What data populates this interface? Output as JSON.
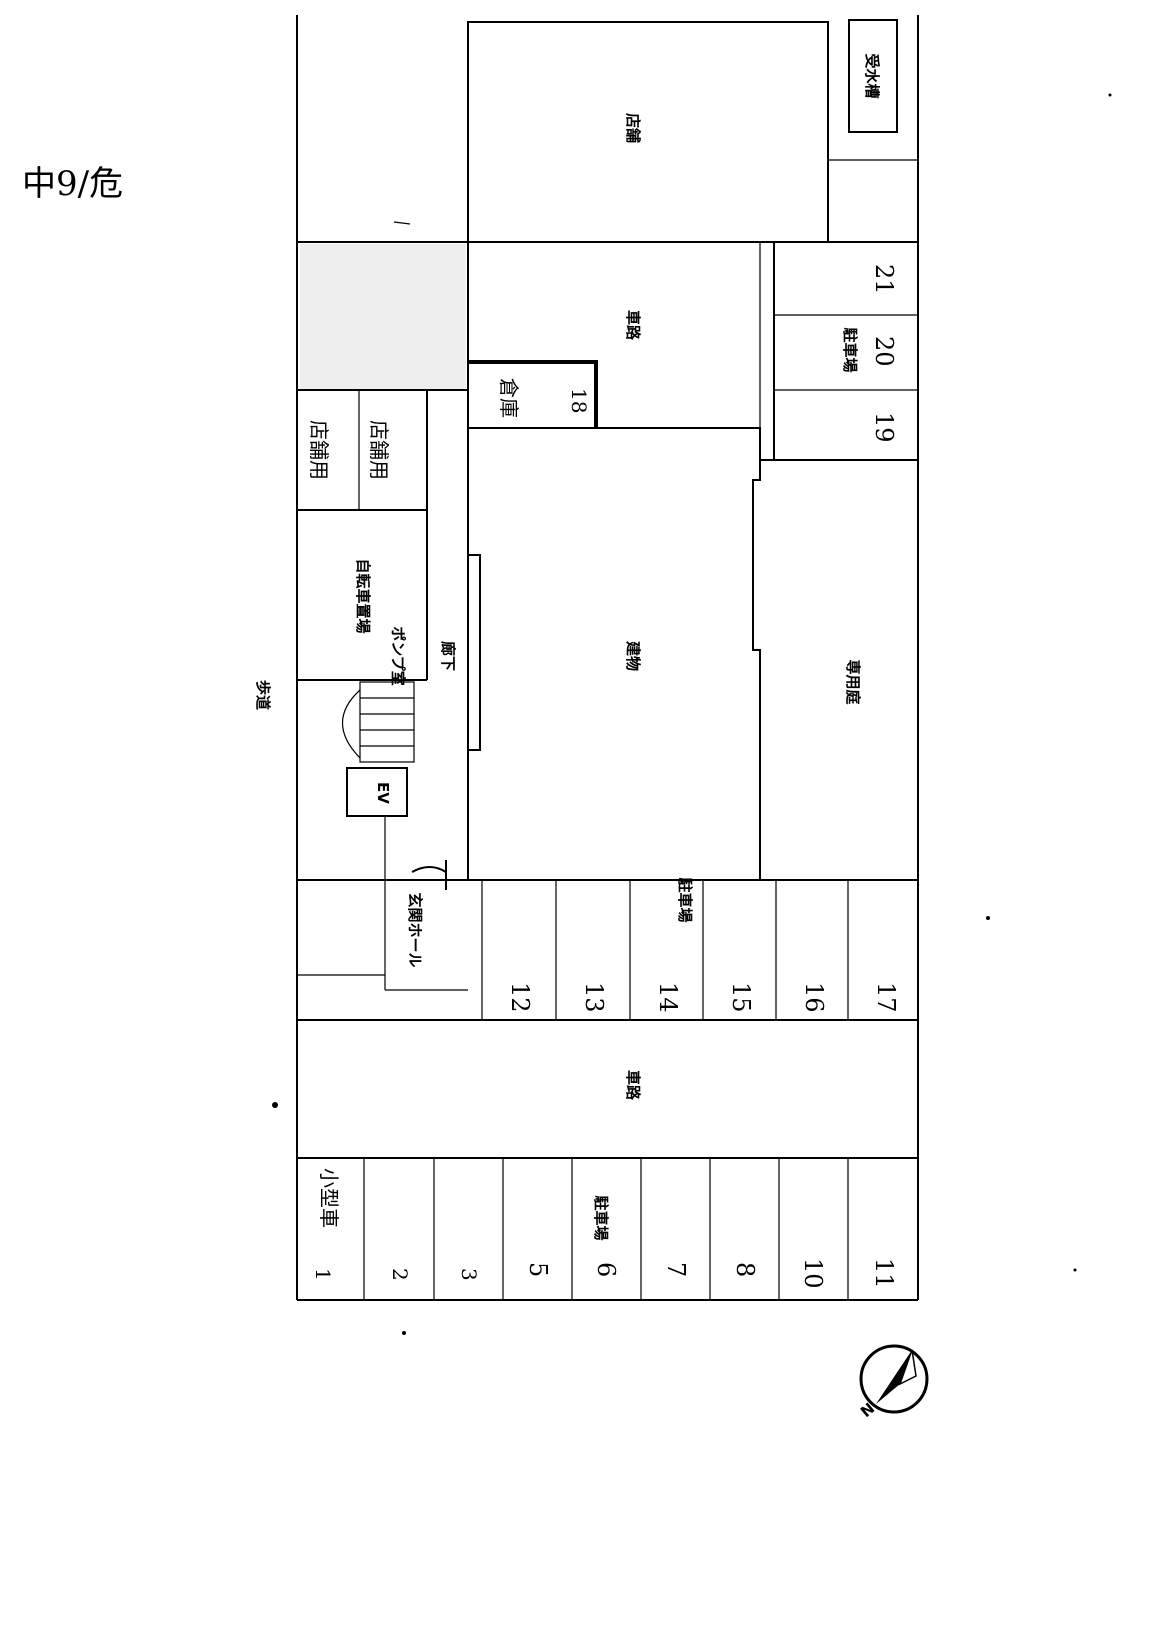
{
  "corner_note": "中9/危",
  "sidewalk_label": "歩道",
  "water_tank_label": "受水槽",
  "shop_main_label": "店舗",
  "roadway_upper_label": "車路",
  "roadway_lower_label": "車路",
  "building_label": "建物",
  "private_yard_label": "専用庭",
  "bicycle_parking_label": "自転車置場",
  "pump_room_label": "ポンプ室",
  "corridor_label": "廊下",
  "elevator_label": "EV",
  "entrance_hall_label": "玄関ホール",
  "shop_small_a_label": "店舗用",
  "shop_small_b_label": "店舗用",
  "storage_label": "倉庫",
  "parking_label_upper": "駐車場",
  "parking_label_middle": "駐車場",
  "parking_label_lower": "駐車場",
  "compact_car_label": "小型車",
  "spaces_upper": [
    "19",
    "20",
    "21"
  ],
  "space_18": "18",
  "spaces_middle": [
    "12",
    "13",
    "14",
    "15",
    "16",
    "17"
  ],
  "spaces_lower": [
    "1",
    "2",
    "3",
    "5",
    "6",
    "7",
    "8",
    "10",
    "11"
  ],
  "compass_label": "N"
}
